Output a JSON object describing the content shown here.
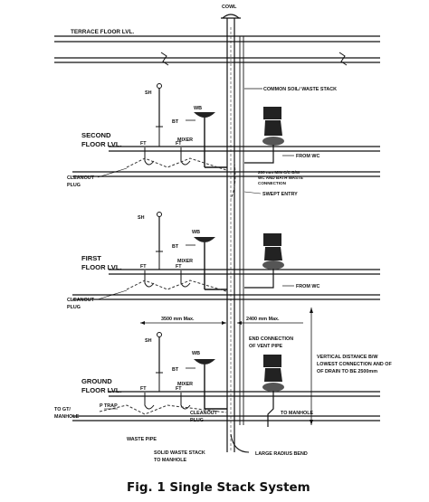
{
  "labels": {
    "cowl": "COWL",
    "terrace": "TERRACE FLOOR LVL.",
    "stack": "COMMON SOIL/ WASTE STACK",
    "sh": "SH",
    "wb": "WB",
    "bt": "BT",
    "mixer": "MIXER",
    "ft": "FT",
    "second_floor_1": "SECOND",
    "second_floor_2": "FLOOR LVL.",
    "first_floor_1": "FIRST",
    "first_floor_2": "FLOOR LVL.",
    "ground_floor_1": "GROUND",
    "ground_floor_2": "FLOOR LVL.",
    "cleanout_1": "CLEANOUT",
    "cleanout_2": "PLUG",
    "from_wc": "FROM WC",
    "note_200_1": "200 mm MIN C/C B/W",
    "note_200_2": "WC AND BATH WASTE",
    "note_200_3": "CONNECTION",
    "swept_entry": "SWEPT ENTRY",
    "dim_3500": "3500 mm Max.",
    "dim_2400": "2400 mm Max.",
    "end_conn_1": "END CONNECTION",
    "end_conn_2": "OF VENT PIPE",
    "vert_1": "VERTICAL DISTANCE B/W",
    "vert_2": "LOWEST CONNECTION AND OF",
    "vert_3": "OF DRAIN TO BE 2500mm",
    "to_gt_1": "TO GT/",
    "to_gt_2": "MANHOLE",
    "p_trap": "P TRAP",
    "to_manhole": "TO MANHOLE",
    "waste_pipe": "WASTE PIPE",
    "solid_1": "SOLID WASTE STACK",
    "solid_2": "TO MANHOLE",
    "large_bend": "LARGE RADIUS BEND",
    "caption": "Fig. 1 Single Stack System"
  }
}
